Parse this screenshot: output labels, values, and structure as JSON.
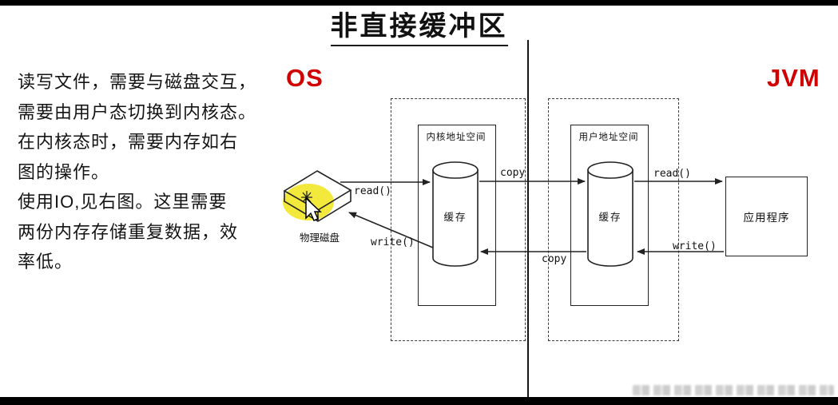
{
  "title": "非直接缓冲区",
  "labels": {
    "os": "OS",
    "jvm": "JVM"
  },
  "left_note": {
    "lines": [
      "读写文件，需要与磁盘交互，",
      "需要由用户态切换到内核态。",
      "在内核态时，需要内存如右",
      "图的操作。",
      "使用IO,见右图。这里需要",
      "两份内存存储重复数据，效",
      "率低。"
    ]
  },
  "diagram": {
    "disk_label": "物理磁盘",
    "kernel_space_label": "内核地址空间",
    "user_space_label": "用户地址空间",
    "kernel_cache_label": "缓存",
    "user_cache_label": "缓存",
    "app_label": "应用程序",
    "arrows": {
      "read_left": "read()",
      "write_left": "write()",
      "copy_top": "copy",
      "copy_bottom": "copy",
      "read_right": "read()",
      "write_right": "write()"
    }
  },
  "icons": {
    "disk": "physical-disk-icon",
    "cursor": "mouse-cursor-icon",
    "click_mark": "click-star-icon"
  },
  "colors": {
    "accent_red": "#d10000",
    "stroke": "#222222",
    "dash": "#3c3c3c",
    "highlight_yellow": "#f2e93c"
  }
}
